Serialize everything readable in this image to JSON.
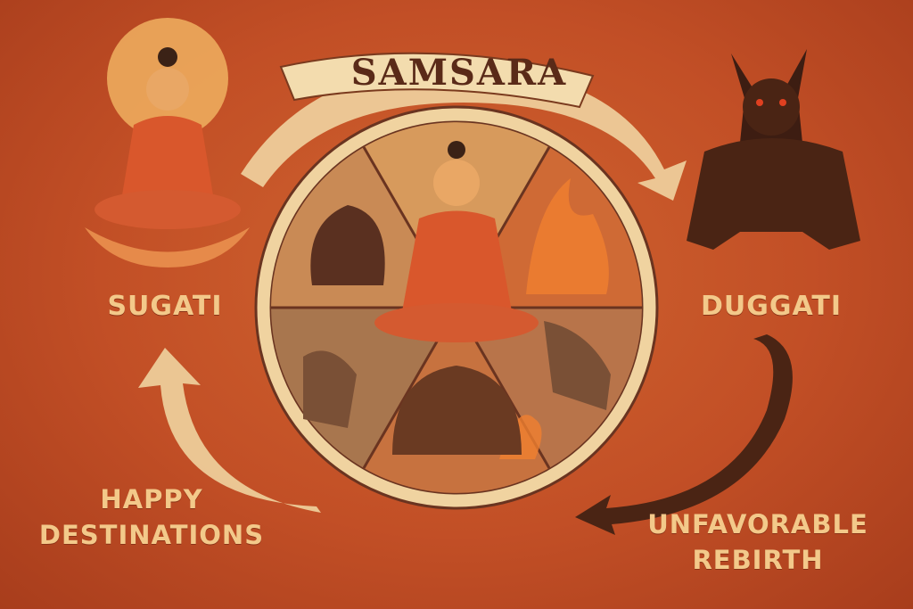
{
  "title": "SAMSARA",
  "left_label": "SUGATI",
  "right_label": "DUGGATI",
  "bottom_left_caption": [
    "HAPPY",
    "DESTINATIONS"
  ],
  "bottom_right_caption": [
    "UNFAVORABLE",
    "REBIRTH"
  ],
  "colors": {
    "background": "#c24f26",
    "text": "#f3c98a",
    "banner": "#f0d3a0",
    "dark_arrow": "#4a2414"
  }
}
